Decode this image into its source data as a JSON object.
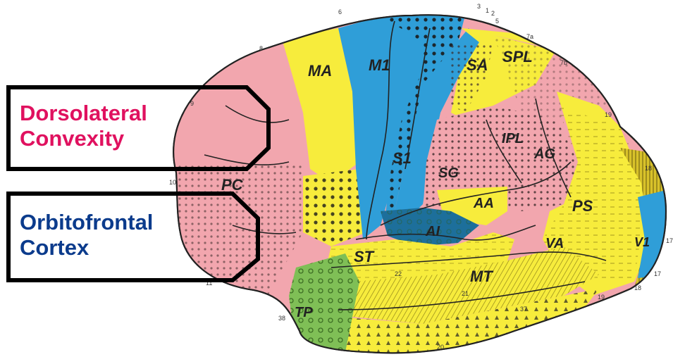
{
  "callouts": [
    {
      "line1": "Dorsolateral",
      "line2": "Convexity",
      "color": "#e0115f"
    },
    {
      "line1": "Orbitofrontal",
      "line2": "Cortex",
      "color": "#0b3b8c"
    }
  ],
  "regions": {
    "MA": "MA",
    "M1": "M1",
    "SA": "SA",
    "SPL": "SPL",
    "S1": "S1",
    "IPL": "IPL",
    "AG": "AG",
    "SG": "SG",
    "PC": "PC",
    "AA": "AA",
    "AI": "AI",
    "PS": "PS",
    "VA": "VA",
    "V1": "V1",
    "ST": "ST",
    "MT": "MT",
    "TP": "TP"
  },
  "area_numbers": [
    "6",
    "8",
    "9",
    "3",
    "1",
    "2",
    "5",
    "7a",
    "7b",
    "19",
    "18",
    "17",
    "10",
    "11",
    "38",
    "20",
    "21",
    "37",
    "22",
    "18",
    "19",
    "17"
  ],
  "colors": {
    "pink": "#f2a6ae",
    "yellow": "#f7ec3c",
    "blue": "#2f9ed8",
    "dark_blue": "#1d6f9b",
    "green": "#7fbf56",
    "callout_border": "#000000"
  }
}
